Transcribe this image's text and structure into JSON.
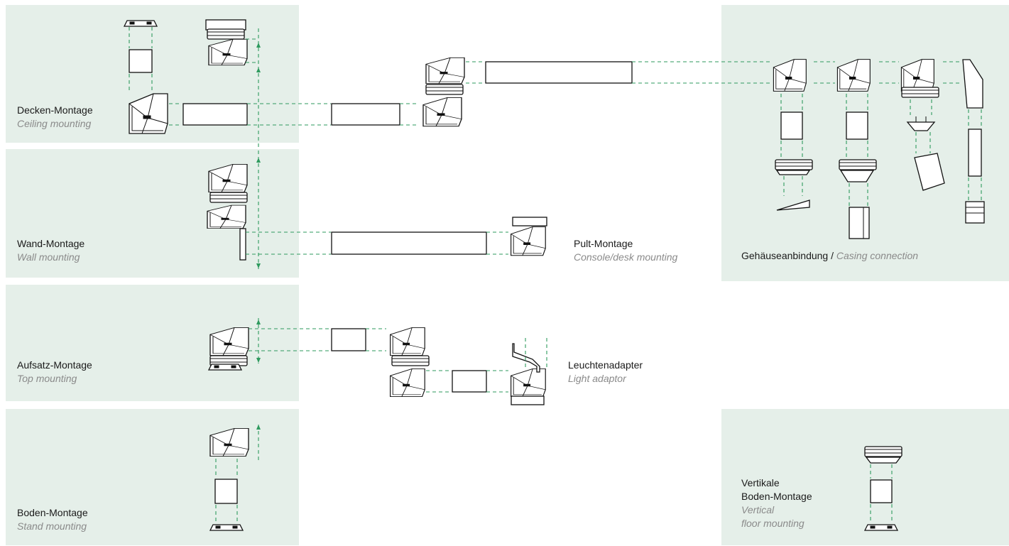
{
  "sections": {
    "ceiling": {
      "de": "Decken-Montage",
      "en": "Ceiling mounting"
    },
    "wall": {
      "de": "Wand-Montage",
      "en": "Wall mounting"
    },
    "top": {
      "de": "Aufsatz-Montage",
      "en": "Top mounting"
    },
    "stand": {
      "de": "Boden-Montage",
      "en": "Stand mounting"
    },
    "console": {
      "de": "Pult-Montage",
      "en": "Console/desk mounting"
    },
    "casing": {
      "de": "Gehäuseanbindung",
      "sep": " / ",
      "en": "Casing connection"
    },
    "light": {
      "de": "Leuchtenadapter",
      "en": "Light adaptor"
    },
    "vertical": {
      "de1": "Vertikale",
      "de2": "Boden-Montage",
      "en1": "Vertical",
      "en2": "floor mounting"
    }
  },
  "colors": {
    "panel": "#e5efe9",
    "dash": "#2e9a5e",
    "line": "#111111",
    "label_en": "#8a8a8a"
  }
}
